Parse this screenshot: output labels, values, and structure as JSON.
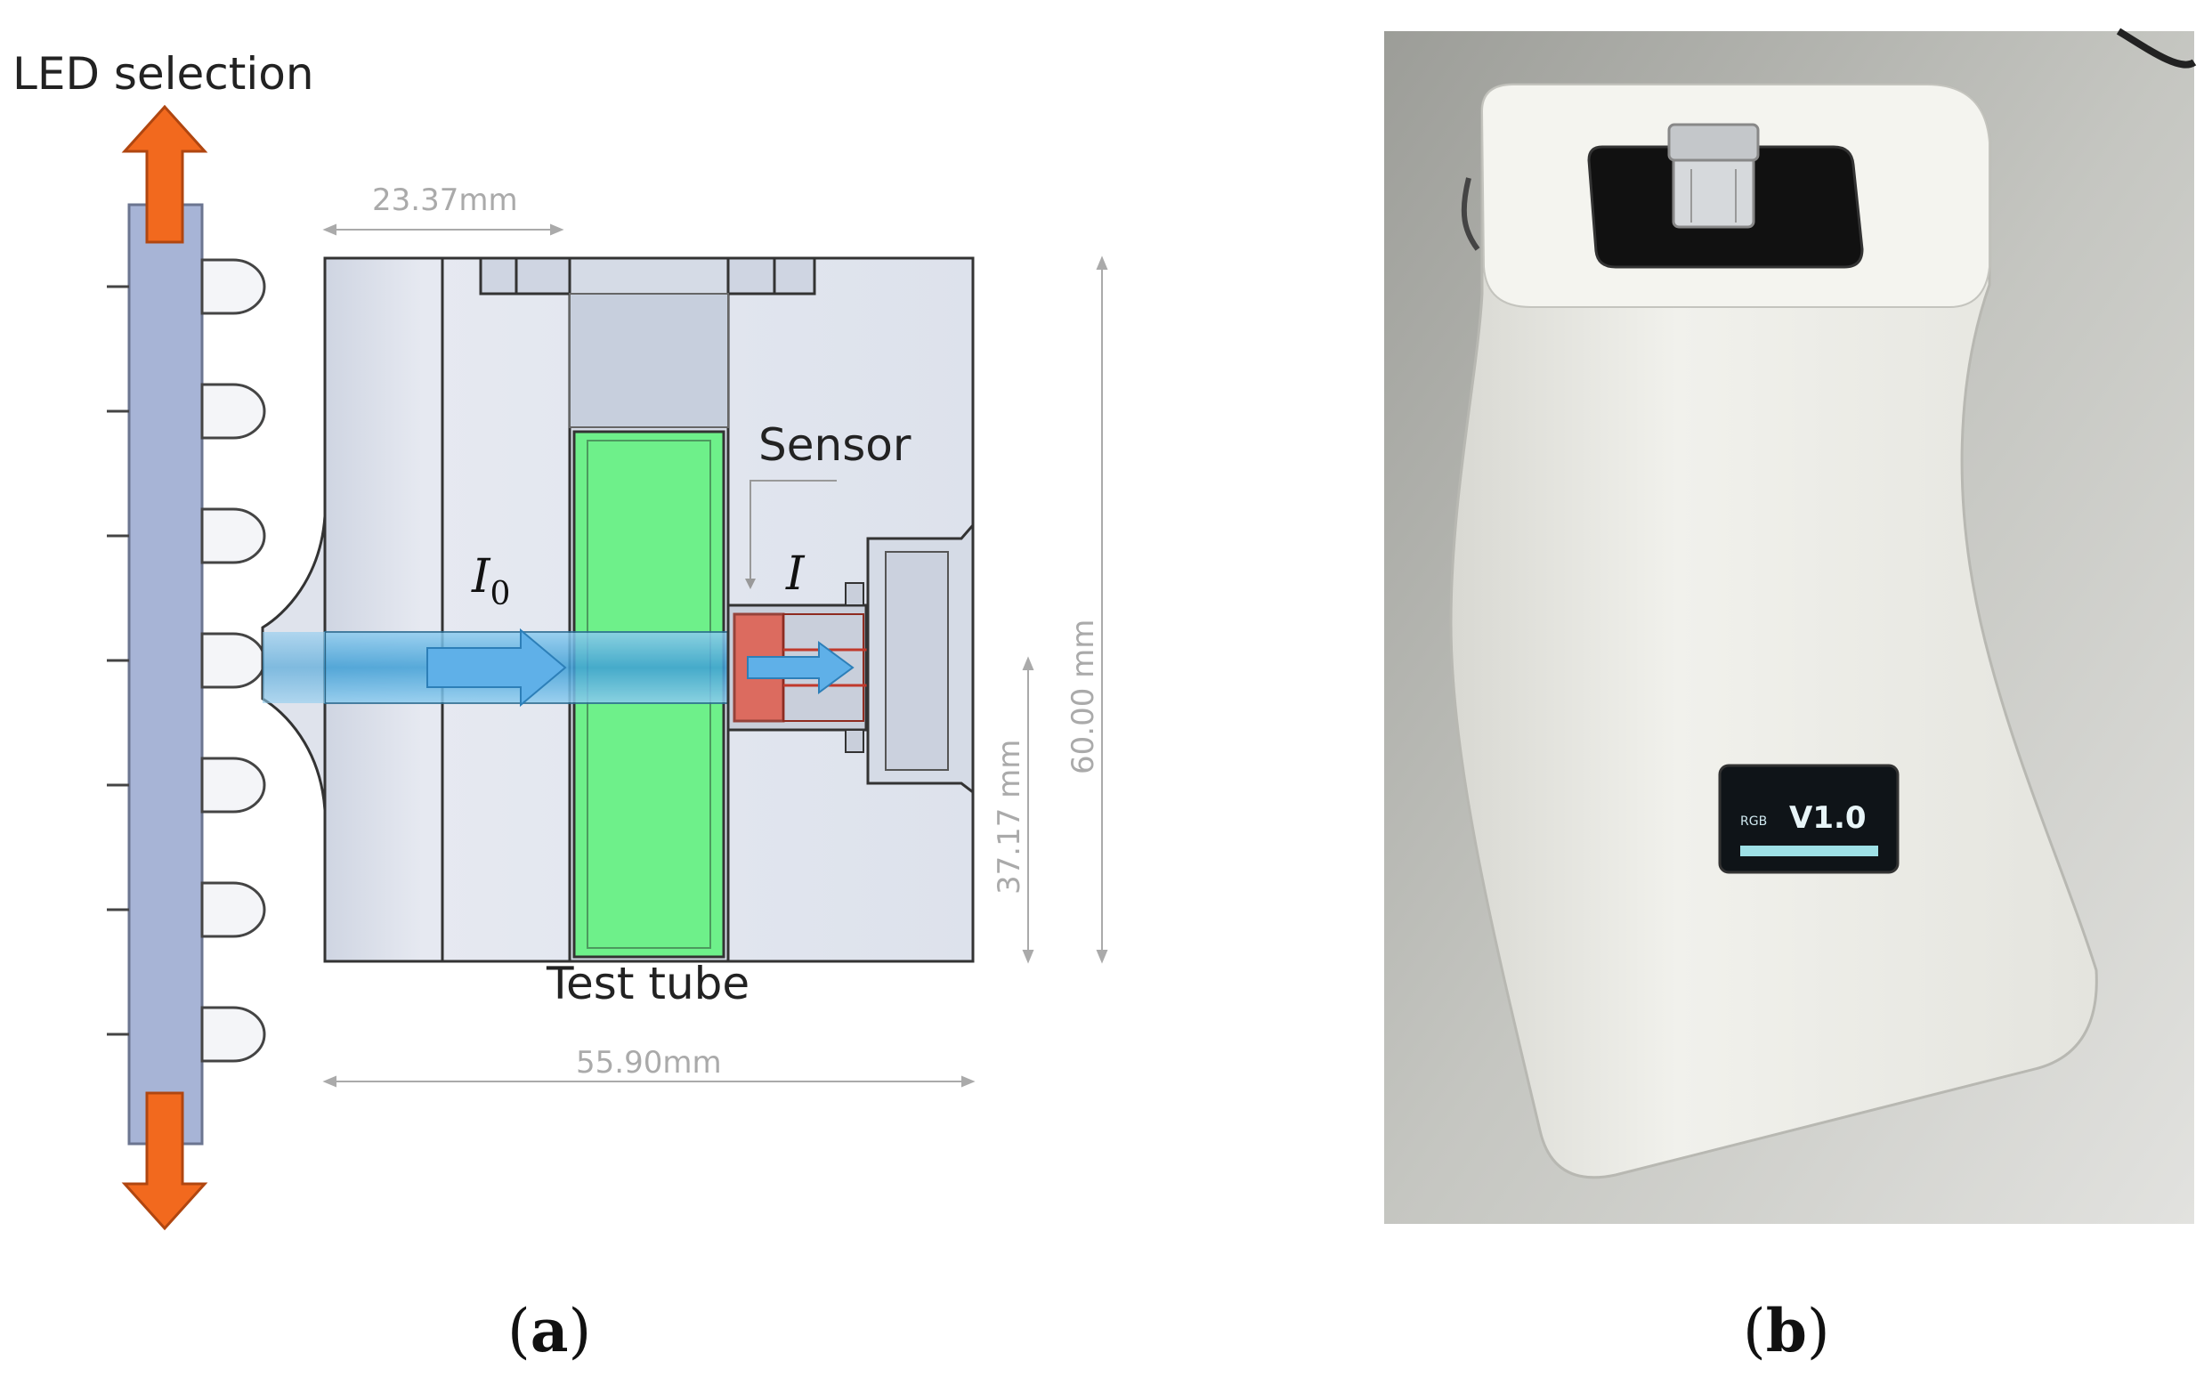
{
  "panel_a": {
    "led_selection_label": "LED selection",
    "sensor_label": "Sensor",
    "test_tube_label": "Test tube",
    "i0_symbol": "I",
    "i0_subscript": "0",
    "i_symbol": "I",
    "dim_top_width": "23.37mm",
    "dim_bottom_width": "55.90mm",
    "dim_total_height": "60.00 mm",
    "dim_beam_height": "37.17 mm",
    "caption_open": "(",
    "caption_letter": "a",
    "caption_close": ")"
  },
  "panel_b": {
    "display_small_text": "RGB",
    "display_version": "V1.0",
    "caption_open": "(",
    "caption_letter": "b",
    "caption_close": ")"
  },
  "colors": {
    "led_strip": "#a7b4d6",
    "arrow_orange": "#f2691e",
    "housing": "#dfe3ec",
    "tube_green": "#6ef08a",
    "beam_blue": "#6ab8e6",
    "sensor_red": "#e05a4a"
  }
}
